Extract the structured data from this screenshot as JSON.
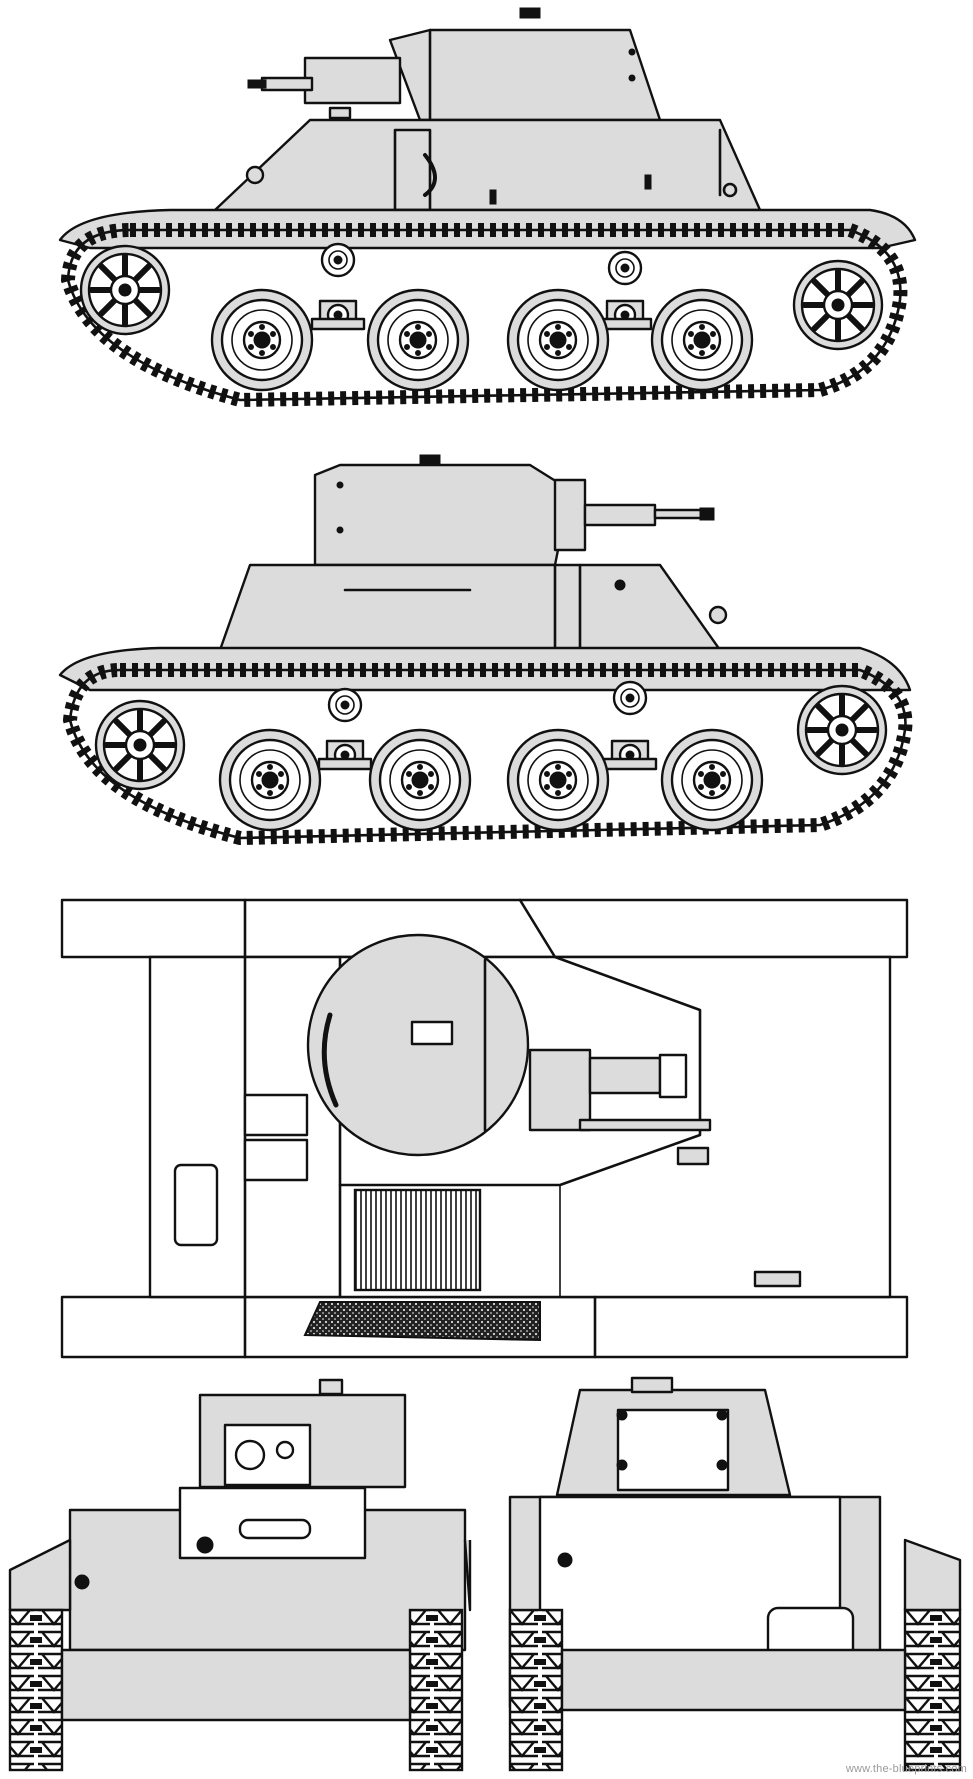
{
  "watermark": {
    "text": "www.the-blueprints.com"
  },
  "colors": {
    "ink": "#111111",
    "armor_fill": "#dcdcdc",
    "background": "#ffffff"
  },
  "views": [
    {
      "id": "left-side-view"
    },
    {
      "id": "right-side-view"
    },
    {
      "id": "top-view"
    },
    {
      "id": "front-view"
    },
    {
      "id": "rear-view"
    }
  ]
}
